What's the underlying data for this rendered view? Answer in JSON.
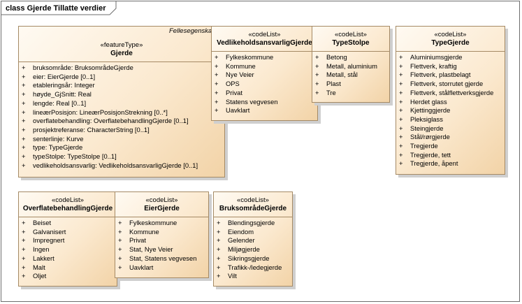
{
  "frame": {
    "title": "class Gjerde Tillatte verdier"
  },
  "classes": {
    "gjerde": {
      "package_label": "Fellesegenskaper",
      "stereotype": "«featureType»",
      "name": "Gjerde",
      "attributes": [
        "bruksområde: BruksområdeGjerde",
        "eier: EierGjerde [0..1]",
        "etableringsår: Integer",
        "høyde_GjSnitt: Real",
        "lengde: Real [0..1]",
        "lineærPosisjon: LineærPosisjonStrekning [0..*]",
        "overflatebehandling: OverflatebehandlingGjerde [0..1]",
        "prosjektreferanse: CharacterString [0..1]",
        "senterlinje: Kurve",
        "type: TypeGjerde",
        "typeStolpe: TypeStolpe [0..1]",
        "vedlikeholdsansvarlig: VedlikeholdsansvarligGjerde [0..1]"
      ]
    },
    "vedlikehold": {
      "stereotype": "«codeList»",
      "name": "VedlikeholdsansvarligGjerde",
      "attributes": [
        "Fylkeskommune",
        "Kommune",
        "Nye Veier",
        "OPS",
        "Privat",
        "Statens vegvesen",
        "Uavklart"
      ]
    },
    "typestolpe": {
      "stereotype": "«codeList»",
      "name": "TypeStolpe",
      "attributes": [
        "Betong",
        "Metall, aluminium",
        "Metall, stål",
        "Plast",
        "Tre"
      ]
    },
    "typegjerde": {
      "stereotype": "«codeList»",
      "name": "TypeGjerde",
      "attributes": [
        "Aluminiumsgjerde",
        "Flettverk, kraftig",
        "Flettverk, plastbelagt",
        "Flettverk, storrutet gjerde",
        "Flettverk, stålflettverksgjerde",
        "Herdet glass",
        "Kjettinggjerde",
        "Pleksiglass",
        "Steingjerde",
        "Stål/rørgjerde",
        "Tregjerde",
        "Tregjerde, tett",
        "Tregjerde, åpent"
      ]
    },
    "overflate": {
      "stereotype": "«codeList»",
      "name": "OverflatebehandlingGjerde",
      "attributes": [
        "Beiset",
        "Galvanisert",
        "Impregnert",
        "Ingen",
        "Lakkert",
        "Malt",
        "Oljet"
      ]
    },
    "eier": {
      "stereotype": "«codeList»",
      "name": "EierGjerde",
      "attributes": [
        "Fylkeskommune",
        "Kommune",
        "Privat",
        "Stat, Nye Veier",
        "Stat, Statens vegvesen",
        "Uavklart"
      ]
    },
    "bruksomrade": {
      "stereotype": "«codeList»",
      "name": "BruksområdeGjerde",
      "attributes": [
        "Blendingsgjerde",
        "Eiendom",
        "Gelender",
        "Miljøgjerde",
        "Sikringsgjerde",
        "Trafikk-/ledegjerde",
        "Vilt"
      ]
    }
  },
  "visibility_marker": "+"
}
